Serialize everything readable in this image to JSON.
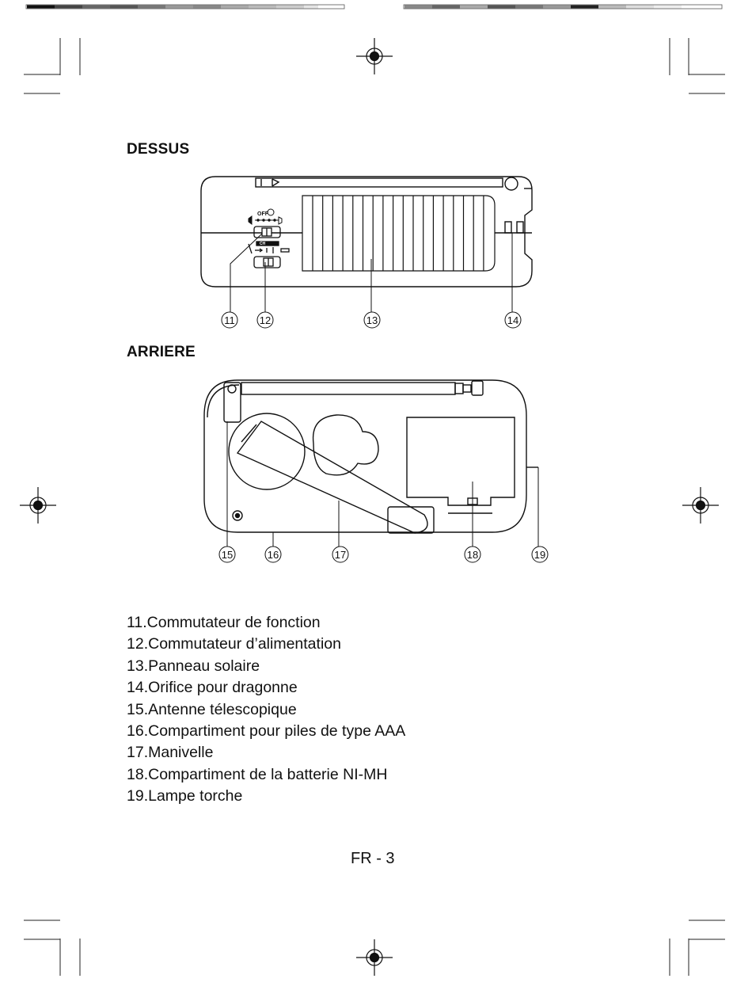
{
  "sections": {
    "top_title": "DESSUS",
    "back_title": "ARRIERE"
  },
  "top_view": {
    "switch_label_off": "OFF",
    "switch_label_mode": "CH",
    "callouts": [
      "11",
      "12",
      "13",
      "14"
    ]
  },
  "back_view": {
    "callouts": [
      "15",
      "16",
      "17",
      "18",
      "19"
    ]
  },
  "legend": {
    "items": [
      "11.Commutateur de fonction",
      "12.Commutateur d’alimentation",
      "13.Panneau solaire",
      "14.Orifice pour dragonne",
      "15.Antenne télescopique",
      "16.Compartiment pour piles de type AAA",
      "17.Manivelle",
      "18.Compartiment de la batterie NI-MH",
      "19.Lampe torche"
    ]
  },
  "footer": {
    "page_number": "FR - 3"
  }
}
